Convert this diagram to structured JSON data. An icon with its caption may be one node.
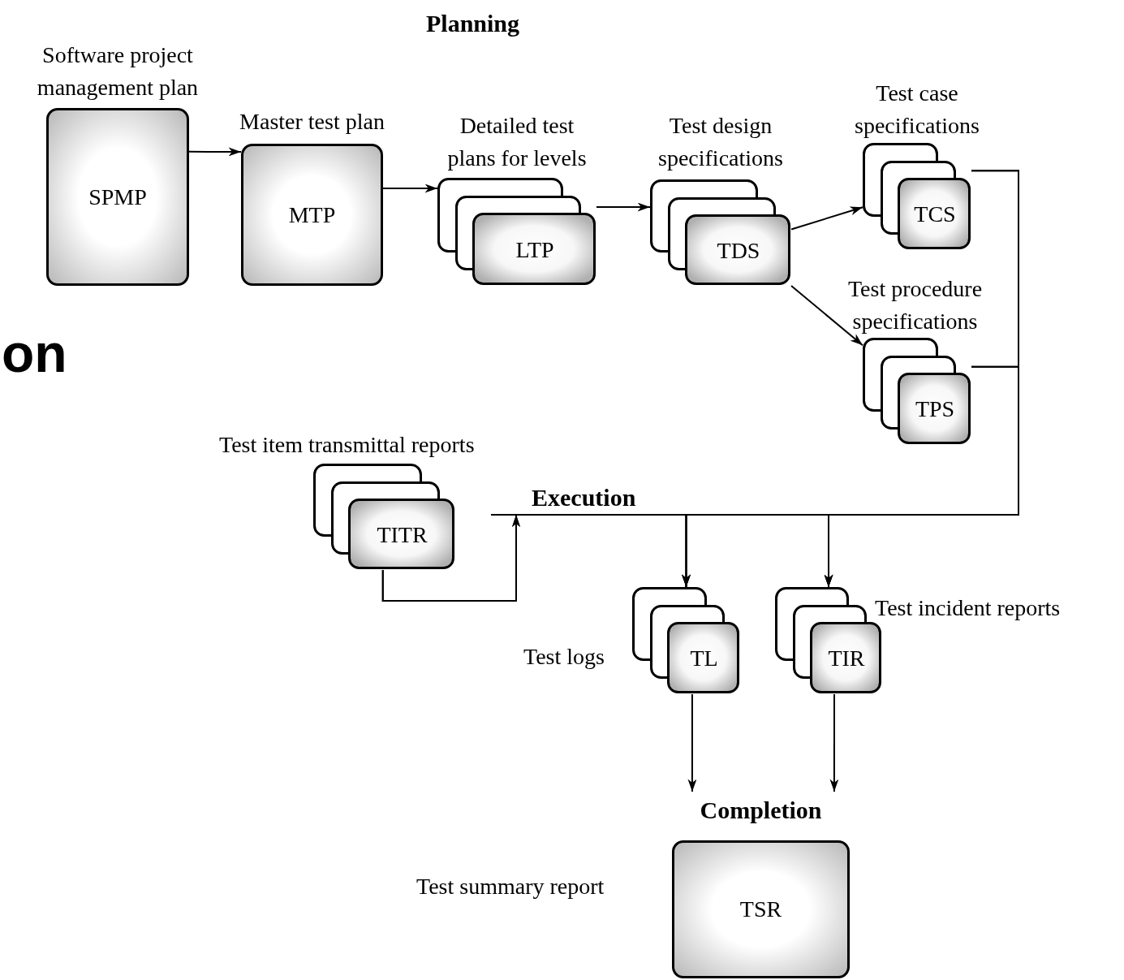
{
  "diagram": {
    "nodes": [
      {
        "text": [
          "Software project management plan",
          "SPMP"
        ]
      },
      {
        "text": [
          "Master test plan",
          "MTP"
        ]
      },
      {
        "text": [
          "Detailed test plans for levels",
          "LTP"
        ]
      },
      {
        "text": [
          "Test design specifications",
          "TDS"
        ]
      },
      {
        "text": [
          "Test case specifications",
          "TCS"
        ]
      },
      {
        "text": [
          "Test procedure specifications",
          "TPS"
        ]
      },
      {
        "text": [
          "Test item transmittal reports",
          "TITR"
        ]
      },
      {
        "text": [
          "TL"
        ],
        "beside": [
          "Test logs"
        ]
      },
      {
        "text": [
          "TIR"
        ],
        "beside": [
          "Test incident reports"
        ]
      },
      {
        "text": [
          "Completion",
          "TSR"
        ],
        "beside": [
          "Test summary report"
        ]
      }
    ],
    "edges": [
      {
        "from": 0,
        "to": 1,
        "arrow": "to"
      },
      {
        "from": 1,
        "to": 2,
        "arrow": "to"
      },
      {
        "from": 2,
        "to": 3,
        "arrow": "to"
      },
      {
        "from": 3,
        "to": 4,
        "arrow": "to"
      },
      {
        "from": 3,
        "to": 5,
        "arrow": "to"
      },
      {
        "from": 4,
        "to": 7,
        "arrow": "to"
      },
      {
        "from": 4,
        "to": 8,
        "arrow": "to"
      },
      {
        "from": 5,
        "to": 7,
        "arrow": "to"
      },
      {
        "from": 5,
        "to": 8,
        "arrow": "to"
      },
      {
        "from": 6,
        "to": 7,
        "arrow": "to"
      },
      {
        "from": 6,
        "to": 8,
        "arrow": "to"
      },
      {
        "from": 7,
        "to": 9,
        "arrow": "to"
      },
      {
        "from": 8,
        "to": 9,
        "arrow": "to"
      }
    ],
    "labels": [
      "Planning",
      "on",
      "Execution"
    ]
  }
}
